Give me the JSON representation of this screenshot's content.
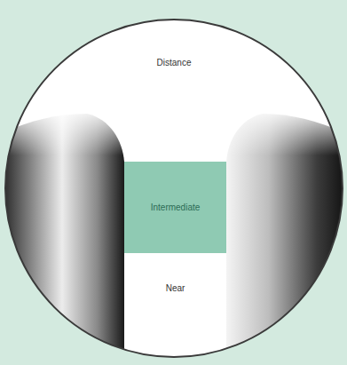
{
  "diagram": {
    "nodes": [
      {
        "text": [
          "Distance"
        ]
      },
      {
        "text": [
          "Intermediate"
        ]
      },
      {
        "text": [
          "Near"
        ]
      }
    ]
  }
}
